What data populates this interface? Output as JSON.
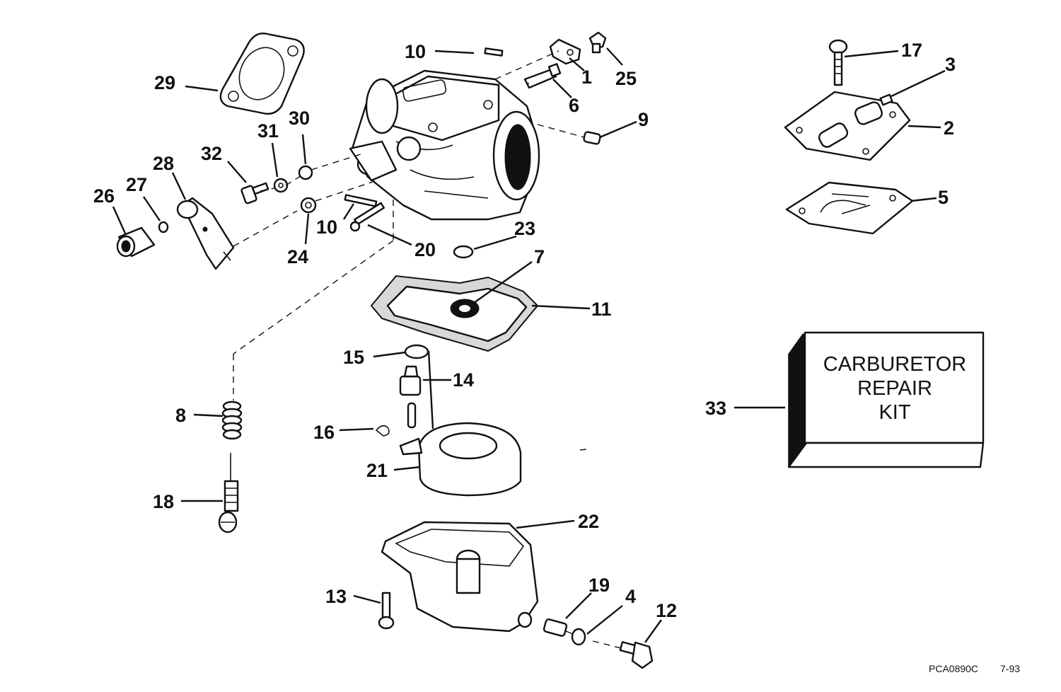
{
  "callouts": {
    "c1": "1",
    "c2": "2",
    "c3": "3",
    "c4": "4",
    "c5": "5",
    "c6": "6",
    "c7": "7",
    "c8": "8",
    "c9": "9",
    "c10a": "10",
    "c10b": "10",
    "c11": "11",
    "c12": "12",
    "c13": "13",
    "c14": "14",
    "c15": "15",
    "c16": "16",
    "c17": "17",
    "c18": "18",
    "c19": "19",
    "c20": "20",
    "c21": "21",
    "c22": "22",
    "c23": "23",
    "c24": "24",
    "c25": "25",
    "c26": "26",
    "c27": "27",
    "c28": "28",
    "c29": "29",
    "c30": "30",
    "c31": "31",
    "c32": "32",
    "c33": "33"
  },
  "kit": {
    "line1": "CARBURETOR",
    "line2": "REPAIR",
    "line3": "KIT"
  },
  "footer": {
    "code": "PCA0890C",
    "date": "7-93"
  }
}
